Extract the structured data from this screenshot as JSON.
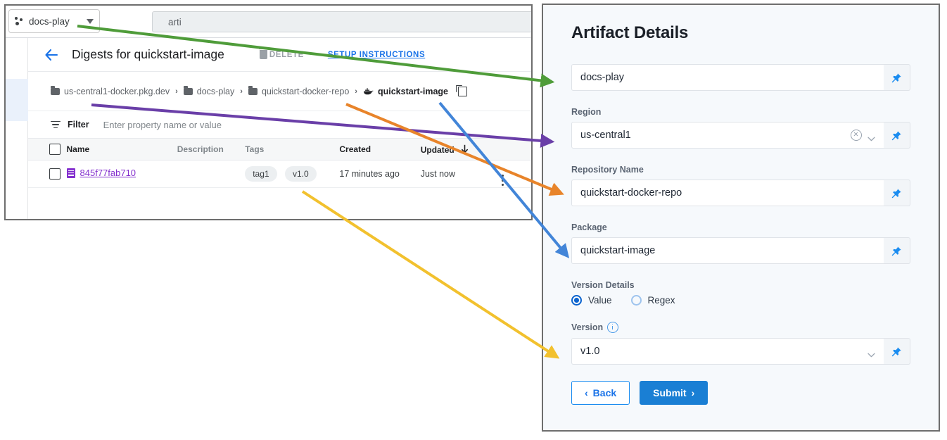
{
  "browser": {
    "project_chip": {
      "label": "docs-play",
      "icon": "project-dots-icon",
      "caret": "chevron-down-icon"
    },
    "omnibox_value": "arti"
  },
  "page": {
    "back_icon": "back-arrow-icon",
    "title": "Digests for quickstart-image",
    "actions": {
      "delete_label": "DELETE",
      "setup_label": "SETUP INSTRUCTIONS"
    }
  },
  "breadcrumb": {
    "items": [
      {
        "label": "us-central1-docker.pkg.dev",
        "icon": "folder-icon"
      },
      {
        "label": "docs-play",
        "icon": "folder-icon"
      },
      {
        "label": "quickstart-docker-repo",
        "icon": "folder-icon"
      },
      {
        "label": "quickstart-image",
        "icon": "docker-whale-icon"
      }
    ],
    "separator": "›",
    "copy_icon": "copy-icon"
  },
  "filter": {
    "icon": "filter-icon",
    "label": "Filter",
    "placeholder": "Enter property name or value"
  },
  "table": {
    "columns": [
      "Name",
      "Description",
      "Tags",
      "Created",
      "Updated"
    ],
    "sort_column": "Updated",
    "sort_direction": "↓",
    "rows": [
      {
        "selected": false,
        "name": "845f77fab710",
        "description": "",
        "tags": [
          "tag1",
          "v1.0"
        ],
        "created": "17 minutes ago",
        "updated": "Just now"
      }
    ]
  },
  "form": {
    "title": "Artifact Details",
    "fields": [
      {
        "label": "",
        "value": "docs-play",
        "has_clear": false,
        "has_chevron": false,
        "pin": "pin-icon"
      },
      {
        "label": "Region",
        "value": "us-central1",
        "has_clear": true,
        "has_chevron": true,
        "pin": "pin-icon"
      },
      {
        "label": "Repository Name",
        "value": "quickstart-docker-repo",
        "has_clear": false,
        "has_chevron": false,
        "pin": "pin-icon"
      },
      {
        "label": "Package",
        "value": "quickstart-image",
        "has_clear": false,
        "has_chevron": false,
        "pin": "pin-icon"
      }
    ],
    "version_details": {
      "label": "Version Details",
      "options": [
        {
          "label": "Value",
          "selected": true
        },
        {
          "label": "Regex",
          "selected": false
        }
      ]
    },
    "version": {
      "label": "Version",
      "info_icon": "info-icon",
      "value": "v1.0",
      "has_chevron": true,
      "pin": "pin-icon"
    },
    "buttons": {
      "back": "Back",
      "back_chevron": "‹",
      "submit": "Submit",
      "submit_chevron": "›"
    }
  },
  "annotations": {
    "arrows": [
      {
        "name": "docs-play-mapping",
        "color": "#4f9c3a"
      },
      {
        "name": "region-mapping",
        "color": "#6a3fa8"
      },
      {
        "name": "repository-mapping",
        "color": "#e8842a"
      },
      {
        "name": "package-mapping",
        "color": "#4285d8"
      },
      {
        "name": "version-mapping",
        "color": "#f2c12e"
      }
    ]
  },
  "colors": {
    "link_blue": "#1a73e8",
    "digest_purple": "#8430ce",
    "submit_blue": "#1a7fd4",
    "panel_bg": "#f6f9fc"
  }
}
